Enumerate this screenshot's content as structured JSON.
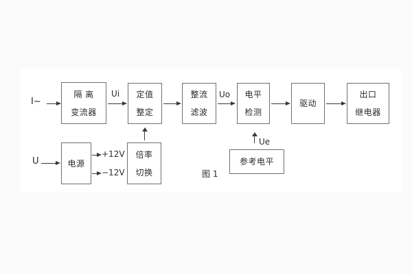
{
  "figure": {
    "caption": "图 1"
  },
  "ports": {
    "current_input": "I~",
    "voltage_input": "U"
  },
  "signals": {
    "ui": "Ui",
    "uo": "Uo",
    "ue": "Ue",
    "plus12": "+12V",
    "minus12": "−12V"
  },
  "blocks": {
    "isolation": {
      "line1": "隔 离",
      "line2": "变流器"
    },
    "setting": {
      "line1": "定值",
      "line2": "整定"
    },
    "rectifier": {
      "line1": "整流",
      "line2": "滤波"
    },
    "level_detect": {
      "line1": "电平",
      "line2": "检测"
    },
    "drive": {
      "line1": "驱动"
    },
    "output_relay": {
      "line1": "出口",
      "line2": "继电器"
    },
    "power": {
      "line1": "电源"
    },
    "ratio_switch": {
      "line1": "倍率",
      "line2": "切换"
    },
    "reference": {
      "line1": "参考电平"
    }
  },
  "colors": {
    "box_border": "#6e6e6e",
    "line": "#383838",
    "text": "#2b2b2b",
    "diagram_background": "#ffffff",
    "page_background": "#fbfbfb"
  }
}
